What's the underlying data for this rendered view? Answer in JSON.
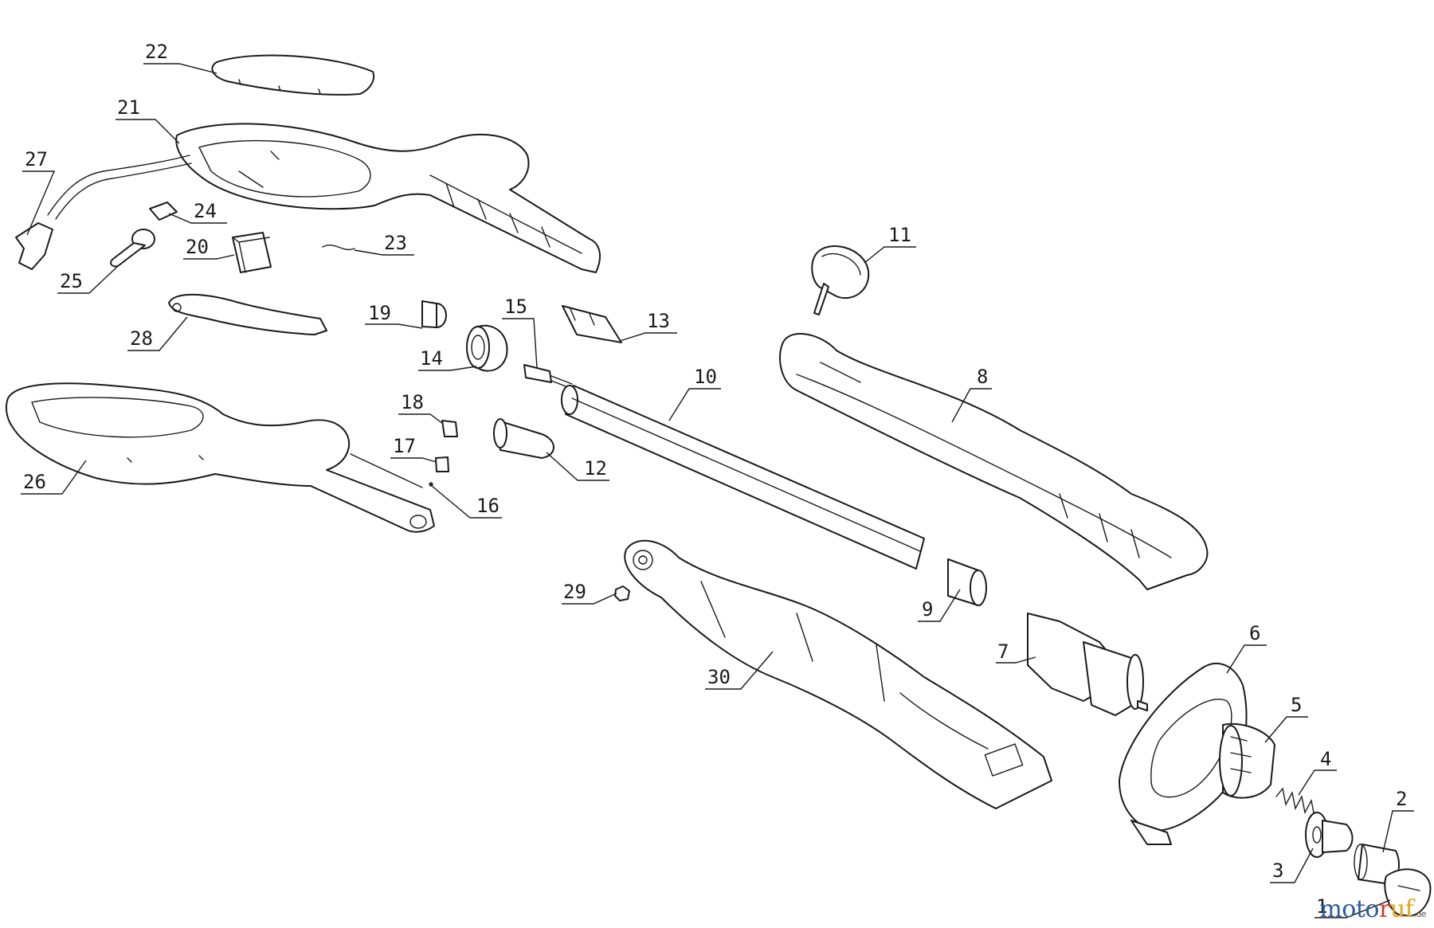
{
  "diagram": {
    "type": "exploded-parts-view",
    "part_numbers": [
      "1",
      "2",
      "3",
      "4",
      "5",
      "6",
      "7",
      "8",
      "9",
      "10",
      "11",
      "12",
      "13",
      "14",
      "15",
      "16",
      "17",
      "18",
      "19",
      "20",
      "21",
      "22",
      "23",
      "24",
      "25",
      "26",
      "27",
      "28",
      "29",
      "30"
    ]
  },
  "watermark": {
    "main": "moto",
    "accent1": "r",
    "accent2": "uf",
    "tld": ".de",
    "colors": {
      "main": "#2c5aa0",
      "accent1": "#d33b2b",
      "accent2": "#e8a317"
    }
  }
}
